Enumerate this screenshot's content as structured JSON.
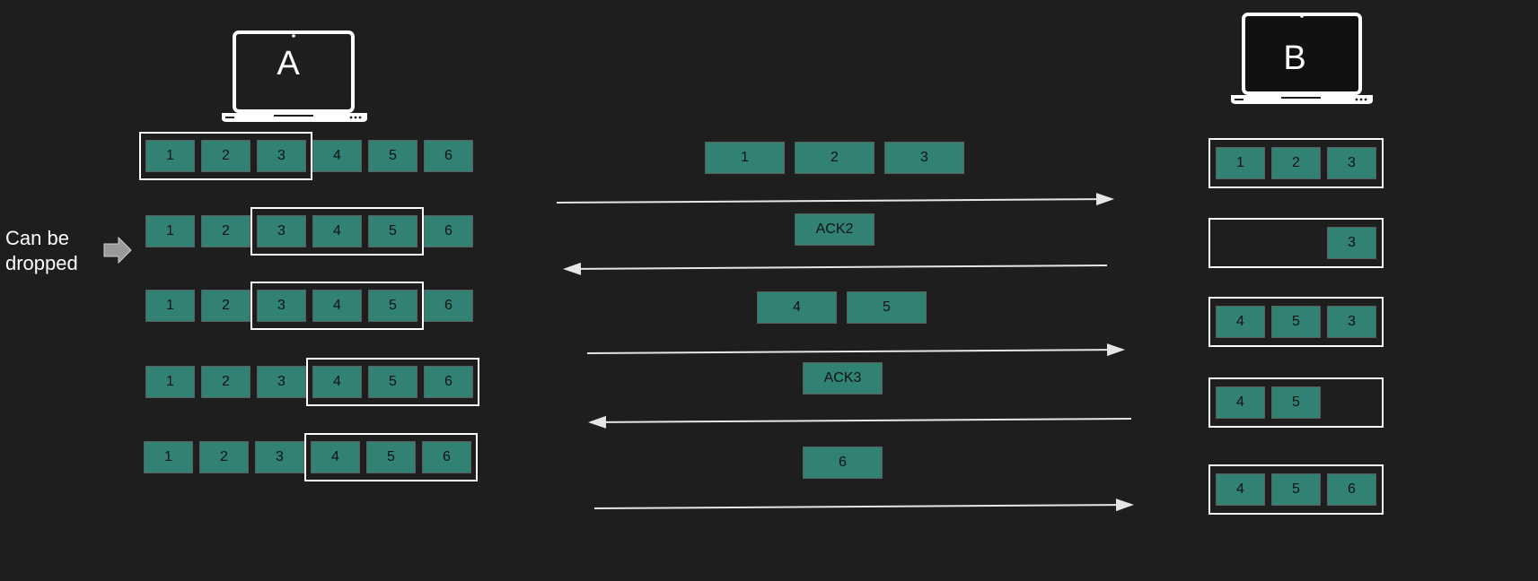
{
  "hosts": {
    "a_label": "A",
    "b_label": "B"
  },
  "annotation": {
    "text_line1": "Can be",
    "text_line2": "dropped",
    "icon": "right-arrow-icon"
  },
  "colors": {
    "background": "#1e1e1e",
    "packet_fill": "#318274",
    "window_border": "#ffffff",
    "arrow": "#e6e6e6"
  },
  "sender_rows": [
    {
      "packets": [
        "1",
        "2",
        "3",
        "4",
        "5",
        "6"
      ],
      "window": [
        1,
        3
      ]
    },
    {
      "packets": [
        "1",
        "2",
        "3",
        "4",
        "5",
        "6"
      ],
      "window": [
        3,
        5
      ]
    },
    {
      "packets": [
        "1",
        "2",
        "3",
        "4",
        "5",
        "6"
      ],
      "window": [
        3,
        5
      ]
    },
    {
      "packets": [
        "1",
        "2",
        "3",
        "4",
        "5",
        "6"
      ],
      "window": [
        4,
        6
      ]
    },
    {
      "packets": [
        "1",
        "2",
        "3",
        "4",
        "5",
        "6"
      ],
      "window": [
        4,
        6
      ]
    }
  ],
  "messages": [
    {
      "direction": "A-to-B",
      "labels": [
        "1",
        "2",
        "3"
      ]
    },
    {
      "direction": "B-to-A",
      "labels": [
        "ACK2"
      ]
    },
    {
      "direction": "A-to-B",
      "labels": [
        "4",
        "5"
      ]
    },
    {
      "direction": "B-to-A",
      "labels": [
        "ACK3"
      ]
    },
    {
      "direction": "A-to-B",
      "labels": [
        "6"
      ]
    }
  ],
  "receiver_rows": [
    {
      "slots": [
        "1",
        "2",
        "3"
      ]
    },
    {
      "slots": [
        "",
        "",
        "3"
      ]
    },
    {
      "slots": [
        "4",
        "5",
        "3"
      ]
    },
    {
      "slots": [
        "4",
        "5",
        ""
      ]
    },
    {
      "slots": [
        "4",
        "5",
        "6"
      ]
    }
  ]
}
